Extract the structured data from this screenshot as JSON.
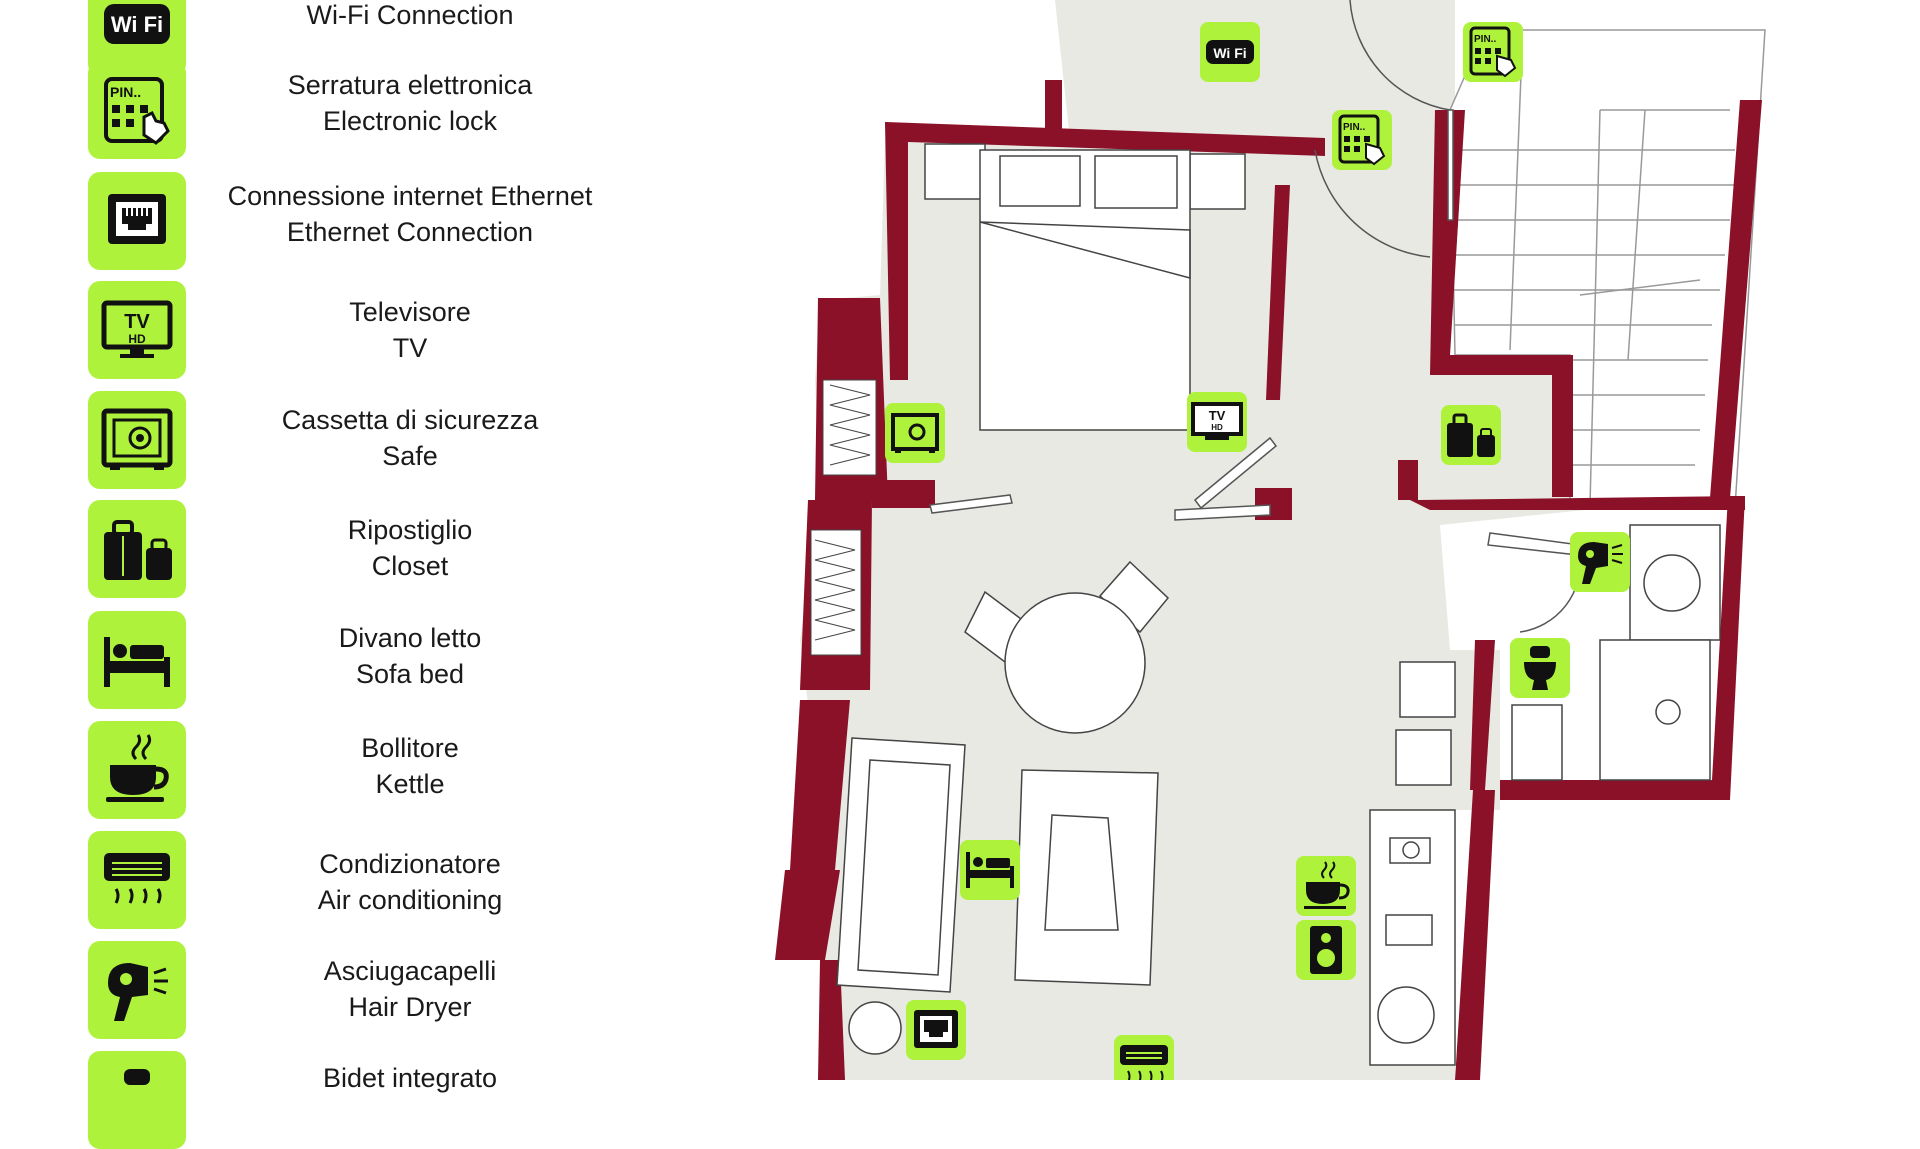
{
  "colors": {
    "wall": "#8b1128",
    "floor": "#e9e9e4",
    "icon_bg": "#aef23c",
    "icon_fg": "#111111"
  },
  "legend": [
    {
      "icon": "wifi-icon",
      "it": "",
      "en": "Wi-Fi Connection"
    },
    {
      "icon": "pin-keypad-icon",
      "it": "Serratura elettronica",
      "en": "Electronic lock"
    },
    {
      "icon": "ethernet-port-icon",
      "it": "Connessione internet Ethernet",
      "en": "Ethernet Connection"
    },
    {
      "icon": "tv-icon",
      "it": "Televisore",
      "en": "TV"
    },
    {
      "icon": "safe-icon",
      "it": "Cassetta di sicurezza",
      "en": "Safe"
    },
    {
      "icon": "luggage-icon",
      "it": "Ripostiglio",
      "en": "Closet"
    },
    {
      "icon": "bed-icon",
      "it": "Divano letto",
      "en": "Sofa bed"
    },
    {
      "icon": "coffee-cup-icon",
      "it": "Bollitore",
      "en": "Kettle"
    },
    {
      "icon": "air-conditioner-icon",
      "it": "Condizionatore",
      "en": "Air conditioning"
    },
    {
      "icon": "hair-dryer-icon",
      "it": "Asciugacapelli",
      "en": "Hair Dryer"
    },
    {
      "icon": "bidet-icon",
      "it": "Bidet integrato",
      "en": ""
    }
  ],
  "icon_text": {
    "wifi": "Wi Fi",
    "pin": "PIN..",
    "tv": "TV",
    "hd": "HD"
  },
  "plan_markers": [
    "wifi-icon",
    "pin-keypad-icon",
    "pin-keypad-icon",
    "safe-icon",
    "tv-icon",
    "luggage-icon",
    "hair-dryer-icon",
    "toilet-icon",
    "bed-icon",
    "coffee-cup-icon",
    "speaker-icon",
    "ethernet-port-icon",
    "air-conditioner-icon"
  ]
}
